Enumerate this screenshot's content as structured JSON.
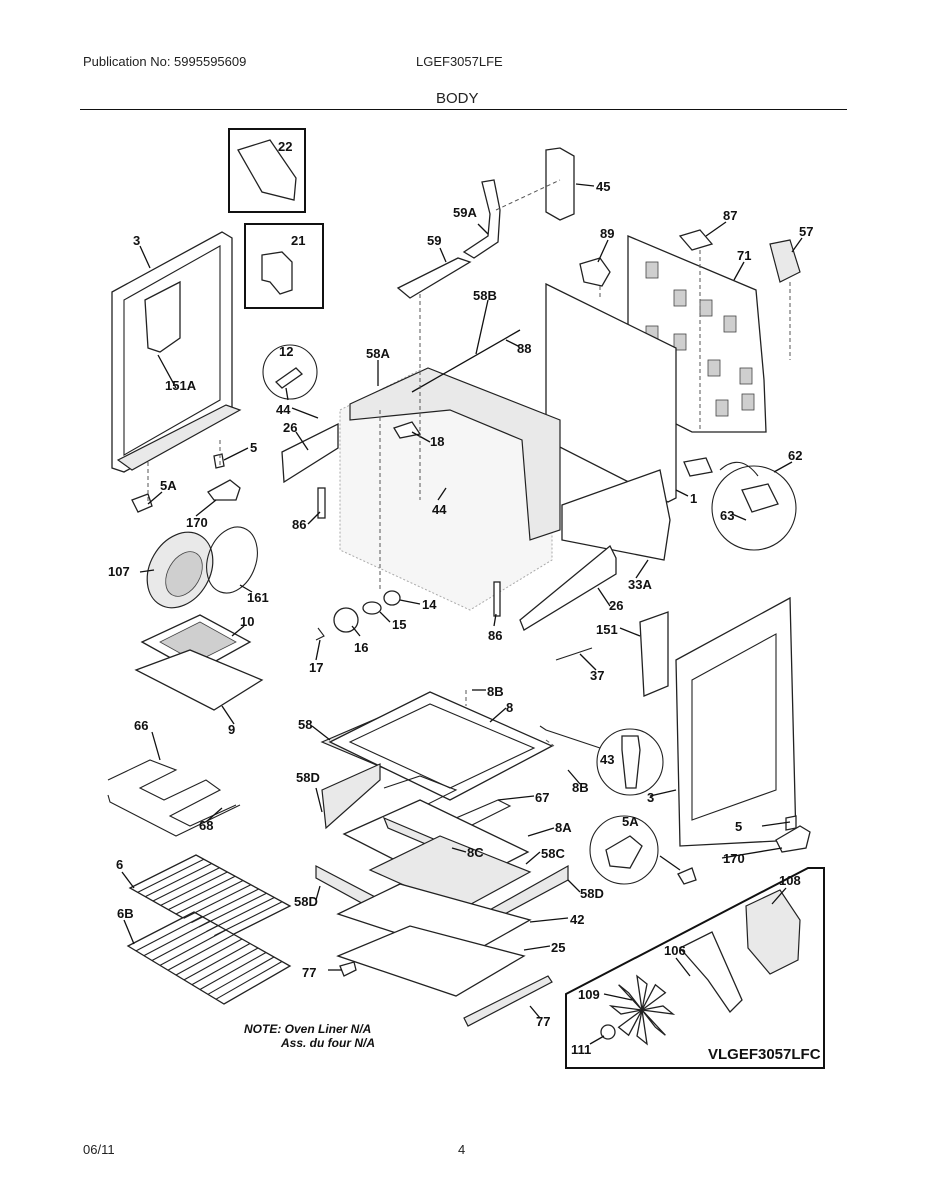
{
  "header": {
    "publication": "Publication No: 5995595609",
    "model": "LGEF3057LFE",
    "section_title": "BODY"
  },
  "footer": {
    "date": "06/11",
    "page_number": "4"
  },
  "diagram": {
    "type": "exploded parts view",
    "callouts": [
      {
        "id": "c-22",
        "label": "22"
      },
      {
        "id": "c-21",
        "label": "21"
      },
      {
        "id": "c-3-left",
        "label": "3"
      },
      {
        "id": "c-151A",
        "label": "151A"
      },
      {
        "id": "c-12",
        "label": "12"
      },
      {
        "id": "c-44-a",
        "label": "44"
      },
      {
        "id": "c-26-left",
        "label": "26"
      },
      {
        "id": "c-5-left",
        "label": "5"
      },
      {
        "id": "c-5A-left",
        "label": "5A"
      },
      {
        "id": "c-170-left",
        "label": "170"
      },
      {
        "id": "c-86-left",
        "label": "86"
      },
      {
        "id": "c-107",
        "label": "107"
      },
      {
        "id": "c-161",
        "label": "161"
      },
      {
        "id": "c-10",
        "label": "10"
      },
      {
        "id": "c-9",
        "label": "9"
      },
      {
        "id": "c-66",
        "label": "66"
      },
      {
        "id": "c-68",
        "label": "68"
      },
      {
        "id": "c-6",
        "label": "6"
      },
      {
        "id": "c-6B",
        "label": "6B"
      },
      {
        "id": "c-45",
        "label": "45"
      },
      {
        "id": "c-59A",
        "label": "59A"
      },
      {
        "id": "c-59",
        "label": "59"
      },
      {
        "id": "c-89",
        "label": "89"
      },
      {
        "id": "c-87",
        "label": "87"
      },
      {
        "id": "c-57",
        "label": "57"
      },
      {
        "id": "c-71",
        "label": "71"
      },
      {
        "id": "c-58B",
        "label": "58B"
      },
      {
        "id": "c-88",
        "label": "88"
      },
      {
        "id": "c-58A",
        "label": "58A"
      },
      {
        "id": "c-18",
        "label": "18"
      },
      {
        "id": "c-44-b",
        "label": "44"
      },
      {
        "id": "c-1",
        "label": "1"
      },
      {
        "id": "c-62",
        "label": "62"
      },
      {
        "id": "c-63",
        "label": "63"
      },
      {
        "id": "c-33A",
        "label": "33A"
      },
      {
        "id": "c-14",
        "label": "14"
      },
      {
        "id": "c-15",
        "label": "15"
      },
      {
        "id": "c-16",
        "label": "16"
      },
      {
        "id": "c-17",
        "label": "17"
      },
      {
        "id": "c-86-right",
        "label": "86"
      },
      {
        "id": "c-26-right",
        "label": "26"
      },
      {
        "id": "c-151",
        "label": "151"
      },
      {
        "id": "c-37",
        "label": "37"
      },
      {
        "id": "c-8B-top",
        "label": "8B"
      },
      {
        "id": "c-8",
        "label": "8"
      },
      {
        "id": "c-58",
        "label": "58"
      },
      {
        "id": "c-43",
        "label": "43"
      },
      {
        "id": "c-8B-right",
        "label": "8B"
      },
      {
        "id": "c-3-right",
        "label": "3"
      },
      {
        "id": "c-58D-left",
        "label": "58D"
      },
      {
        "id": "c-67",
        "label": "67"
      },
      {
        "id": "c-8A",
        "label": "8A"
      },
      {
        "id": "c-8C",
        "label": "8C"
      },
      {
        "id": "c-58C",
        "label": "58C"
      },
      {
        "id": "c-58D-mid",
        "label": "58D"
      },
      {
        "id": "c-58D-right",
        "label": "58D"
      },
      {
        "id": "c-42",
        "label": "42"
      },
      {
        "id": "c-25",
        "label": "25"
      },
      {
        "id": "c-77-left",
        "label": "77"
      },
      {
        "id": "c-77-right",
        "label": "77"
      },
      {
        "id": "c-5-right",
        "label": "5"
      },
      {
        "id": "c-5A-right",
        "label": "5A"
      },
      {
        "id": "c-170-right",
        "label": "170"
      },
      {
        "id": "c-108",
        "label": "108"
      },
      {
        "id": "c-106",
        "label": "106"
      },
      {
        "id": "c-109",
        "label": "109"
      },
      {
        "id": "c-111",
        "label": "111"
      }
    ],
    "note_line1": "NOTE: Oven Liner N/A",
    "note_line2": "Ass. du four N/A",
    "figure_code": "VLGEF3057LFC"
  }
}
